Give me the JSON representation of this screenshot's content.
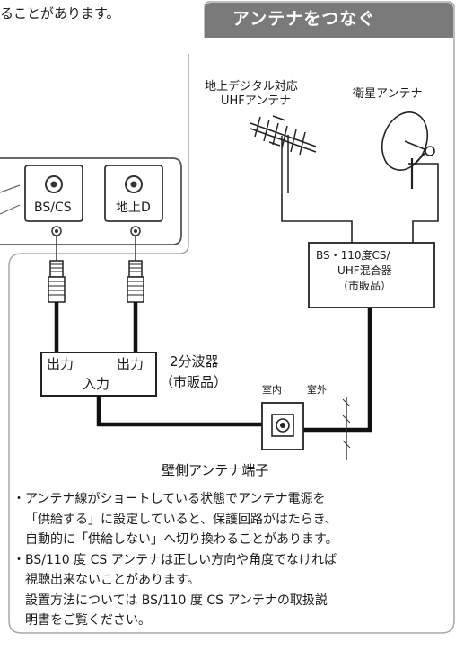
{
  "top_fragment": "ることがあります。",
  "header": {
    "title": "アンテナをつなぐ"
  },
  "antennas": {
    "uhf_line1": "地上デジタル対応",
    "uhf_line2": "UHFアンテナ",
    "satellite": "衛星アンテナ"
  },
  "tv_jacks": {
    "bs_cs": "BS/CS",
    "terrestrial": "地上D"
  },
  "mixer": {
    "line1": "BS・110度CS/",
    "line2": "UHF混合器",
    "line3": "（市販品）"
  },
  "splitter": {
    "out_left": "出力",
    "out_right": "出力",
    "input": "入力",
    "name": "2分波器",
    "note": "（市販品）"
  },
  "wall": {
    "indoor": "室内",
    "outdoor": "室外",
    "caption": "壁側アンテナ端子"
  },
  "notes": [
    "・アンテナ線がショートしている状態でアンテナ電源を",
    "「供給する」に設定していると、保護回路がはたらき、",
    "自動的に「供給しない」へ切り換わることがあります。",
    "・BS/110 度 CS アンテナは正しい方向や角度でなければ",
    "視聴出来ないことがあります。",
    "設置方法については BS/110 度 CS アンテナの取扱説",
    "明書をご覧ください。"
  ],
  "colors": {
    "header_bg": "#777777",
    "panel_border": "#999999",
    "line": "#1a1a1a"
  }
}
